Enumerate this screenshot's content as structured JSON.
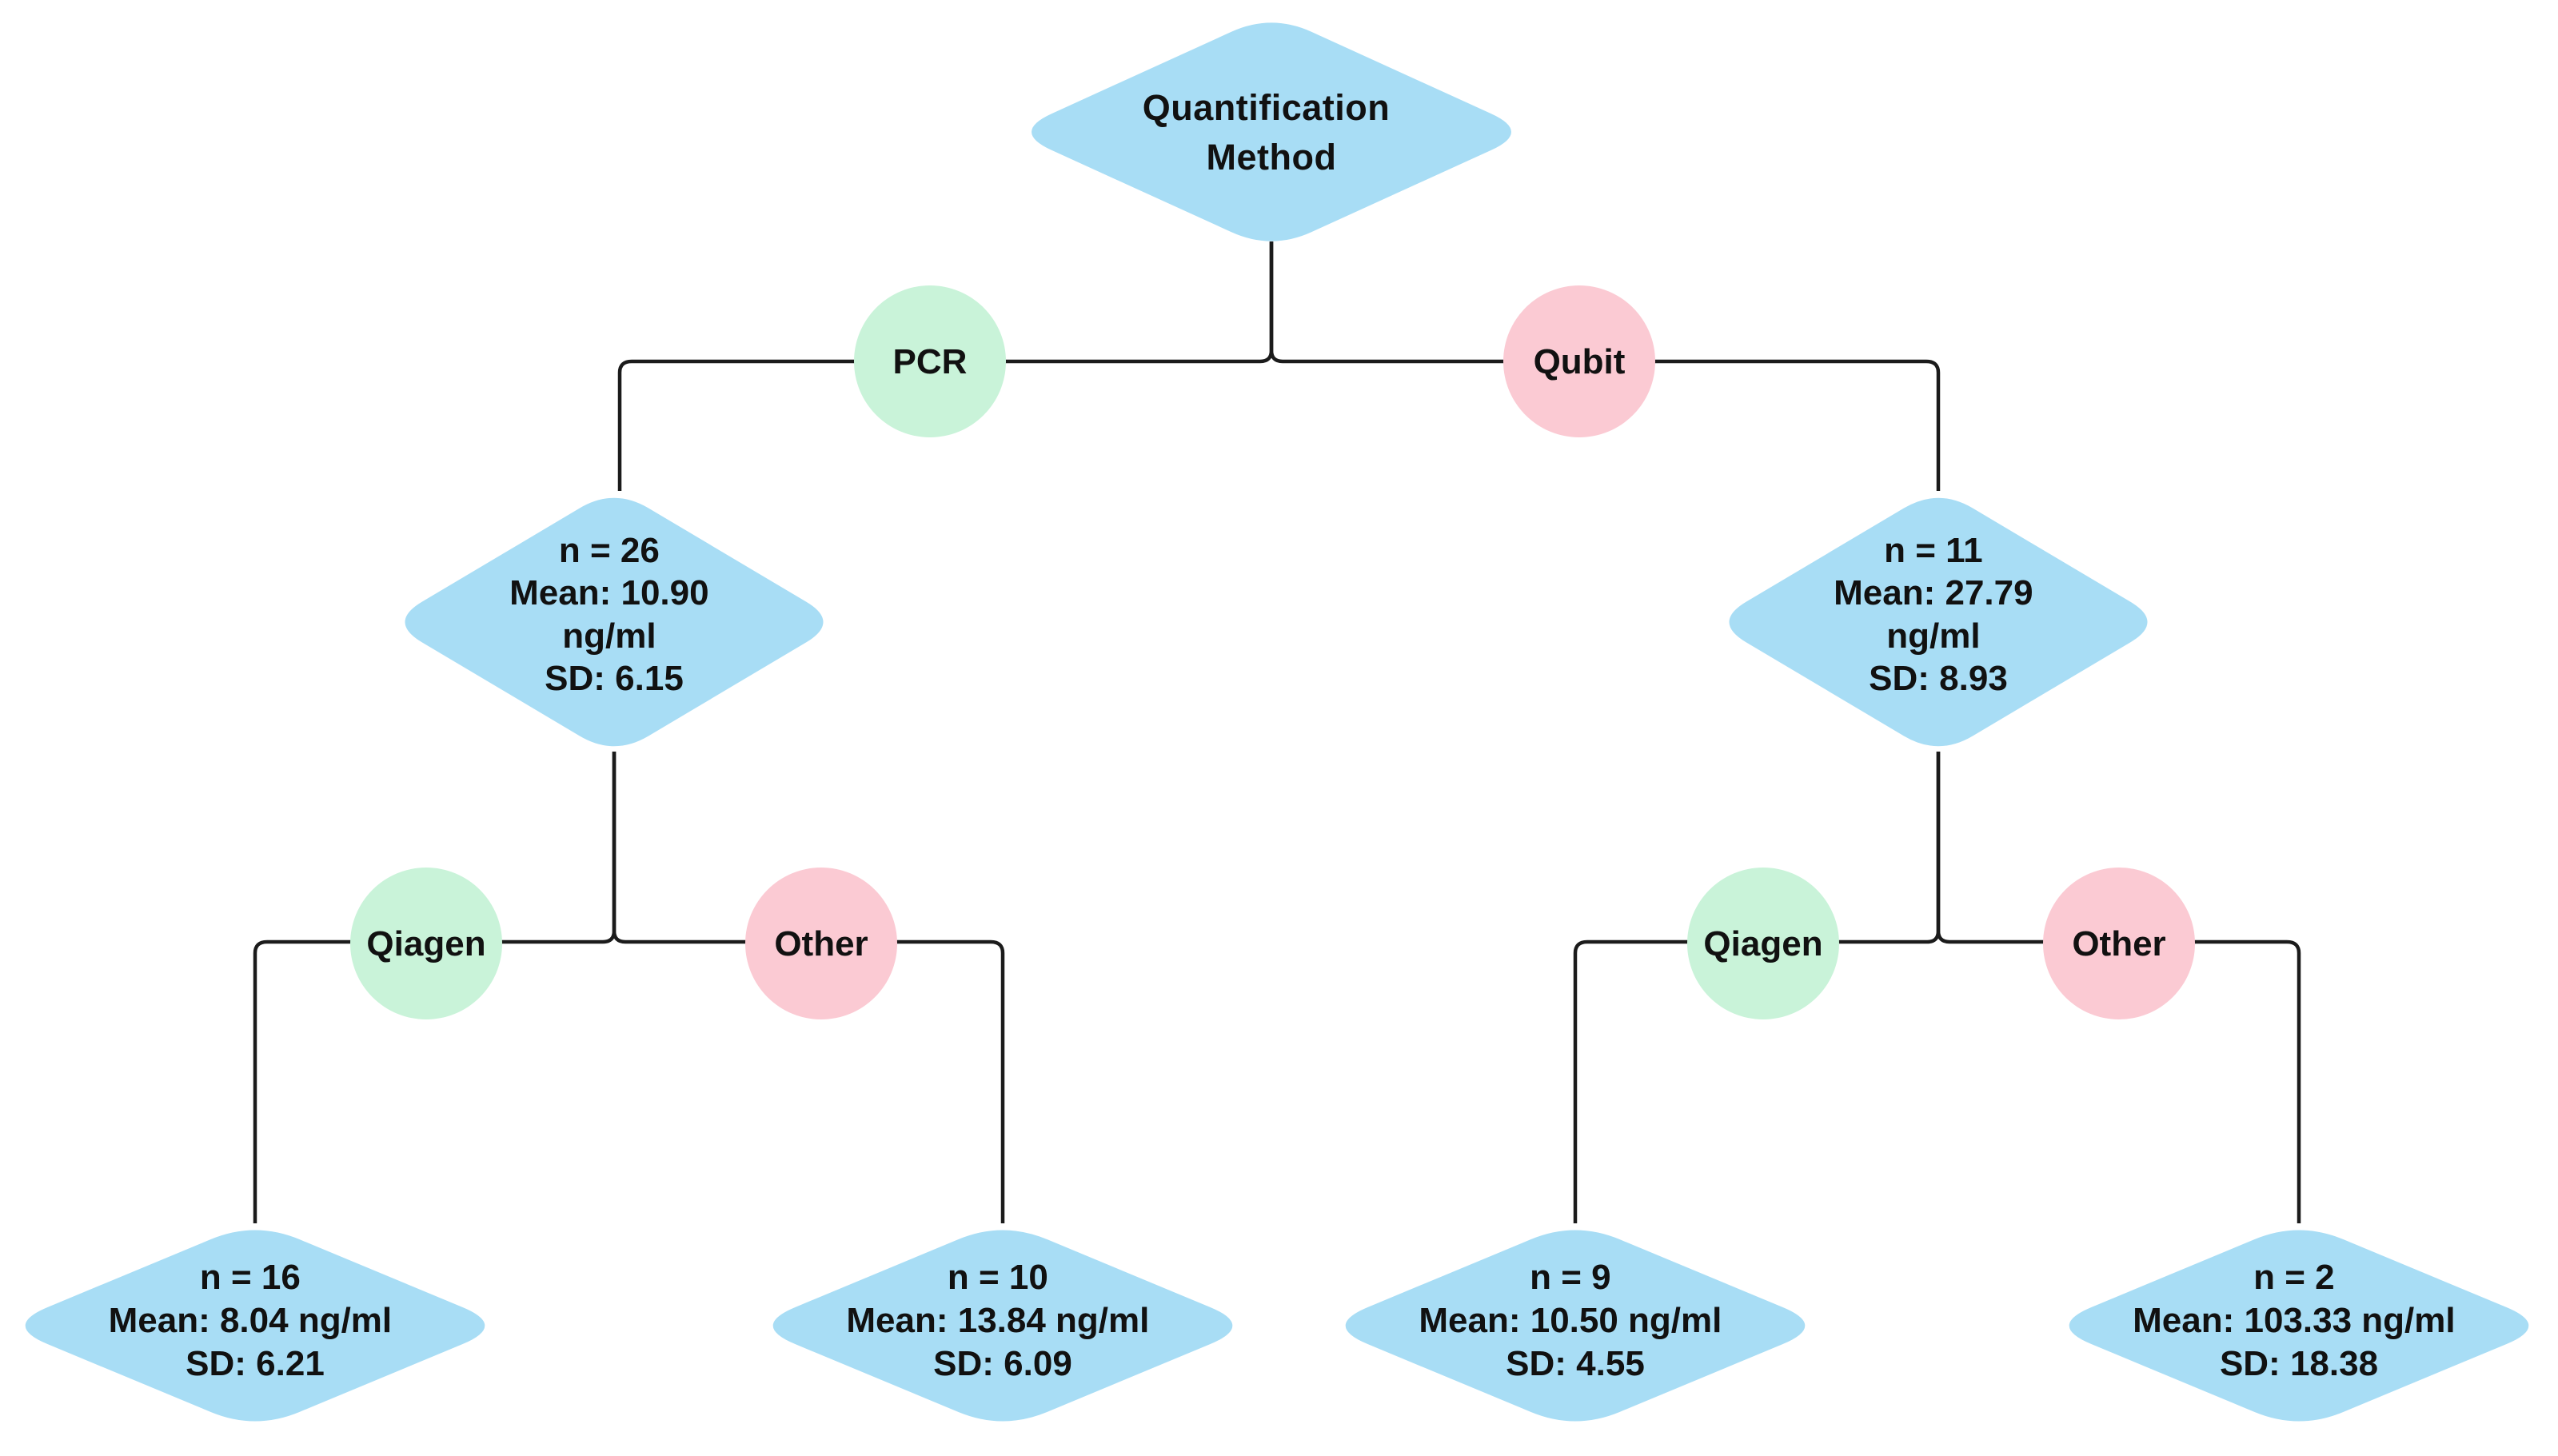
{
  "diagram": {
    "root": {
      "line1": "Quantification",
      "line2": "Method"
    },
    "pcr": {
      "label": "PCR",
      "stats": {
        "n": "n = 26",
        "mean": "Mean: 10.90",
        "unit": "ng/ml",
        "sd": "SD: 6.15"
      },
      "qiagen": {
        "label": "Qiagen",
        "n": "n = 16",
        "mean": "Mean: 8.04 ng/ml",
        "sd": "SD: 6.21"
      },
      "other": {
        "label": "Other",
        "n": "n = 10",
        "mean": "Mean: 13.84 ng/ml",
        "sd": "SD: 6.09"
      }
    },
    "qubit": {
      "label": "Qubit",
      "stats": {
        "n": "n = 11",
        "mean": "Mean: 27.79",
        "unit": "ng/ml",
        "sd": "SD: 8.93"
      },
      "qiagen": {
        "label": "Qiagen",
        "n": "n = 9",
        "mean": "Mean: 10.50 ng/ml",
        "sd": "SD: 4.55"
      },
      "other": {
        "label": "Other",
        "n": "n = 2",
        "mean": "Mean: 103.33 ng/ml",
        "sd": "SD: 18.38"
      }
    },
    "colors": {
      "decision_fill": "#a8ddf5",
      "yes_fill": "#c9f3d9",
      "no_fill": "#fbcad3",
      "connector": "#1b1b1b",
      "text": "#111111"
    }
  }
}
